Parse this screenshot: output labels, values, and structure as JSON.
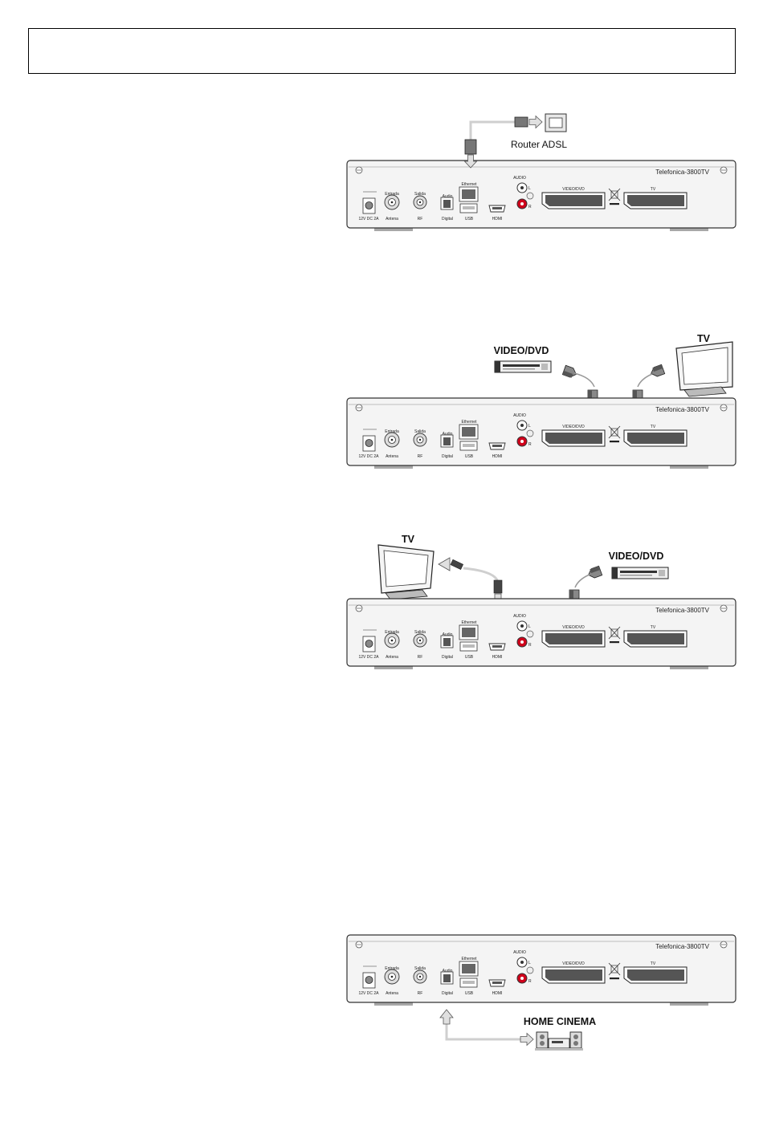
{
  "header": {
    "text": ""
  },
  "device": {
    "brand": "Telefonica-3800TV",
    "ports": {
      "power": "12V DC 2A",
      "entrada": "Entrada",
      "antena": "Antena",
      "salida": "Salida",
      "rf": "RF",
      "audio": "Audio",
      "digital": "Digital",
      "ethernet": "Ethernet",
      "usb": "USB",
      "hdmi": "HDMI",
      "audio_top": "AUDIO",
      "left": "L",
      "right": "R",
      "video_dvd": "VIDEO/DVD",
      "tv": "TV"
    }
  },
  "diagrams": [
    {
      "id": "ethernet",
      "labels": {
        "router": "Router ADSL"
      }
    },
    {
      "id": "scart",
      "labels": {
        "vcr": "VIDEO/DVD",
        "tv": "TV"
      }
    },
    {
      "id": "hdmi",
      "labels": {
        "tv": "TV",
        "vcr": "VIDEO/DVD"
      }
    },
    {
      "id": "digital-audio",
      "labels": {
        "home_cinema": "HOME CINEMA"
      }
    }
  ],
  "colors": {
    "panel": "#f3f3f3",
    "cable": "#c8c8c8",
    "arrow": "#d8d8d8",
    "red_jack": "#d0021b"
  }
}
